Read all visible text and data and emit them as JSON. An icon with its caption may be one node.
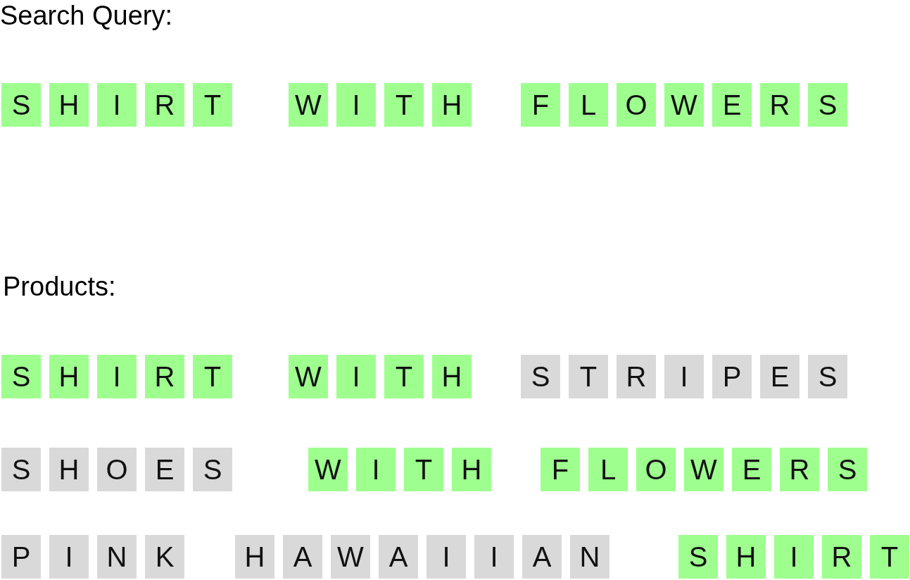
{
  "diagram": {
    "labels": [
      "Search Query:",
      "Products:"
    ],
    "nodes": [
      {
        "text": [
          "S"
        ]
      },
      {
        "text": [
          "H"
        ]
      },
      {
        "text": [
          "I"
        ]
      },
      {
        "text": [
          "R"
        ]
      },
      {
        "text": [
          "T"
        ]
      },
      {
        "text": [
          "W"
        ]
      },
      {
        "text": [
          "I"
        ]
      },
      {
        "text": [
          "T"
        ]
      },
      {
        "text": [
          "H"
        ]
      },
      {
        "text": [
          "F"
        ]
      },
      {
        "text": [
          "L"
        ]
      },
      {
        "text": [
          "O"
        ]
      },
      {
        "text": [
          "W"
        ]
      },
      {
        "text": [
          "E"
        ]
      },
      {
        "text": [
          "R"
        ]
      },
      {
        "text": [
          "S"
        ]
      },
      {
        "text": [
          "S"
        ]
      },
      {
        "text": [
          "H"
        ]
      },
      {
        "text": [
          "I"
        ]
      },
      {
        "text": [
          "R"
        ]
      },
      {
        "text": [
          "T"
        ]
      },
      {
        "text": [
          "W"
        ]
      },
      {
        "text": [
          "I"
        ]
      },
      {
        "text": [
          "T"
        ]
      },
      {
        "text": [
          "H"
        ]
      },
      {
        "text": [
          "S"
        ]
      },
      {
        "text": [
          "T"
        ]
      },
      {
        "text": [
          "R"
        ]
      },
      {
        "text": [
          "I"
        ]
      },
      {
        "text": [
          "P"
        ]
      },
      {
        "text": [
          "E"
        ]
      },
      {
        "text": [
          "S"
        ]
      },
      {
        "text": [
          "S"
        ]
      },
      {
        "text": [
          "H"
        ]
      },
      {
        "text": [
          "O"
        ]
      },
      {
        "text": [
          "E"
        ]
      },
      {
        "text": [
          "S"
        ]
      },
      {
        "text": [
          "W"
        ]
      },
      {
        "text": [
          "I"
        ]
      },
      {
        "text": [
          "T"
        ]
      },
      {
        "text": [
          "H"
        ]
      },
      {
        "text": [
          "F"
        ]
      },
      {
        "text": [
          "L"
        ]
      },
      {
        "text": [
          "O"
        ]
      },
      {
        "text": [
          "W"
        ]
      },
      {
        "text": [
          "E"
        ]
      },
      {
        "text": [
          "R"
        ]
      },
      {
        "text": [
          "S"
        ]
      },
      {
        "text": [
          "P"
        ]
      },
      {
        "text": [
          "I"
        ]
      },
      {
        "text": [
          "N"
        ]
      },
      {
        "text": [
          "K"
        ]
      },
      {
        "text": [
          "H"
        ]
      },
      {
        "text": [
          "A"
        ]
      },
      {
        "text": [
          "W"
        ]
      },
      {
        "text": [
          "A"
        ]
      },
      {
        "text": [
          "I"
        ]
      },
      {
        "text": [
          "I"
        ]
      },
      {
        "text": [
          "A"
        ]
      },
      {
        "text": [
          "N"
        ]
      },
      {
        "text": [
          "S"
        ]
      },
      {
        "text": [
          "H"
        ]
      },
      {
        "text": [
          "I"
        ]
      },
      {
        "text": [
          "R"
        ]
      },
      {
        "text": [
          "T"
        ]
      }
    ]
  }
}
